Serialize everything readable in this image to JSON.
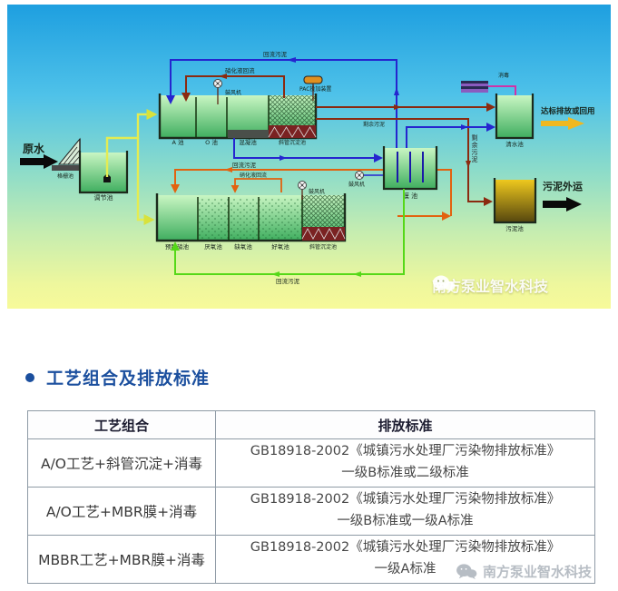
{
  "diagram": {
    "labels": {
      "raw_water": "原水",
      "screen": "格栅池",
      "regulating": "调节池",
      "tank_a": "A 池",
      "tank_o": "O 池",
      "coagulation": "混凝池",
      "inclined": "斜管沉淀池",
      "blower": "鼓风机",
      "pac": "PAC投加装置",
      "return_sludge": "回流污泥",
      "nitrified": "硝化液回流",
      "pre_denit": "预脱硝池",
      "anaerobic": "厌氧池",
      "anoxic": "缺氧池",
      "oxic": "好氧池",
      "membrane": "膜 池",
      "clear": "清水池",
      "sludge": "污泥池",
      "excess": "剩余污泥",
      "disinfect": "消毒",
      "discharge": "达标排放或回用",
      "sludge_out": "污泥外运"
    },
    "watermark": "南方泵业智水科技",
    "colors": {
      "pipe_blue": "#2525cf",
      "pipe_darkred": "#8b2a10",
      "pipe_orange": "#e2620f",
      "pipe_green": "#55d818",
      "pipe_yellow": "#e4ec52",
      "pipe_pink": "#e020a0",
      "sky_top": "#1e9fe0",
      "ground_bottom": "#f7fa9a"
    }
  },
  "section": {
    "title": "工艺组合及排放标准"
  },
  "table": {
    "headers": [
      "工艺组合",
      "排放标准"
    ],
    "rows": [
      {
        "process": "A/O工艺+斜管沉淀+消毒",
        "standard_line1": "GB18918-2002《城镇污水处理厂污染物排放标准》",
        "standard_line2": "一级B标准或二级标准"
      },
      {
        "process": "A/O工艺+MBR膜+消毒",
        "standard_line1": "GB18918-2002《城镇污水处理厂污染物排放标准》",
        "standard_line2": "一级B标准或一级A标准"
      },
      {
        "process": "MBBR工艺+MBR膜+消毒",
        "standard_line1": "GB18918-2002《城镇污水处理厂污染物排放标准》",
        "standard_line2": "一级A标准"
      }
    ]
  }
}
